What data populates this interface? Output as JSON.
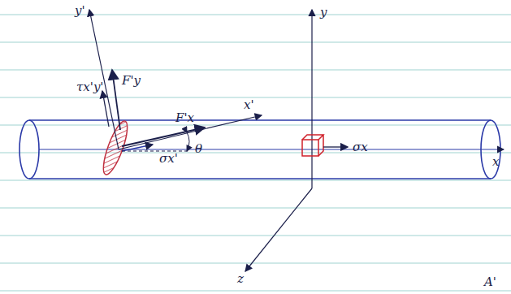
{
  "diagram": {
    "labels": [
      "y'",
      "F'y",
      "τx'y'",
      "F'x",
      "x'",
      "σx'",
      "θ",
      "y",
      "σx",
      "x",
      "z",
      "A'"
    ]
  }
}
